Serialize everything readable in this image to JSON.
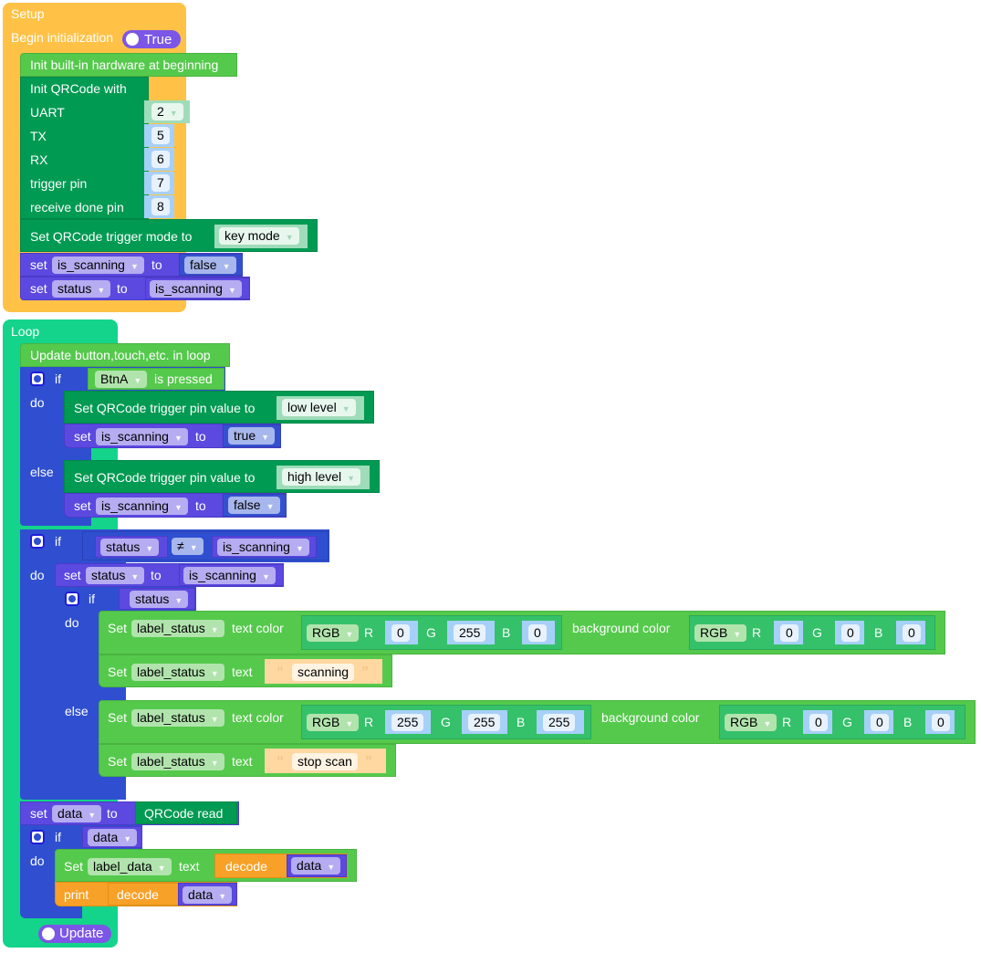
{
  "setup": {
    "title": "Setup",
    "begin_label": "Begin initialization",
    "begin_toggle": "True",
    "init_hw": "Init built-in hardware at beginning",
    "qrcode_init": {
      "title": "Init QRCode with",
      "rows": [
        {
          "label": "UART",
          "value": "2"
        },
        {
          "label": "TX",
          "value": "5"
        },
        {
          "label": "RX",
          "value": "6"
        },
        {
          "label": "trigger pin",
          "value": "7"
        },
        {
          "label": "receive done pin",
          "value": "8"
        }
      ]
    },
    "trigger_mode_label": "Set QRCode trigger mode to",
    "trigger_mode_value": "key mode",
    "set1": {
      "set": "set",
      "var": "is_scanning",
      "to": "to",
      "value": "false"
    },
    "set2": {
      "set": "set",
      "var": "status",
      "to": "to",
      "value": "is_scanning"
    }
  },
  "loop": {
    "title": "Loop",
    "update_hw": "Update button,touch,etc. in loop",
    "if1": {
      "if": "if",
      "do": "do",
      "else": "else",
      "button": "BtnA",
      "is_pressed": "is pressed",
      "do_trigger_label": "Set QRCode trigger pin value to",
      "do_trigger_value": "low level",
      "do_set": {
        "set": "set",
        "var": "is_scanning",
        "to": "to",
        "value": "true"
      },
      "else_trigger_label": "Set QRCode trigger pin value to",
      "else_trigger_value": "high level",
      "else_set": {
        "set": "set",
        "var": "is_scanning",
        "to": "to",
        "value": "false"
      }
    },
    "if2": {
      "if": "if",
      "do": "do",
      "left": "status",
      "op": "≠",
      "right": "is_scanning",
      "set": {
        "set": "set",
        "var": "status",
        "to": "to",
        "value": "is_scanning"
      },
      "inner_if": {
        "if": "if",
        "do": "do",
        "else": "else",
        "cond": "status",
        "do_color": {
          "set": "Set",
          "label": "label_status",
          "text_color": "text color",
          "rgb": "RGB",
          "r_lbl": "R",
          "g_lbl": "G",
          "b_lbl": "B",
          "r": "0",
          "g": "255",
          "b": "0",
          "bg_label": "background color",
          "bg_r": "0",
          "bg_g": "0",
          "bg_b": "0"
        },
        "do_text": {
          "set": "Set",
          "label": "label_status",
          "text": "text",
          "value": "scanning"
        },
        "else_color": {
          "set": "Set",
          "label": "label_status",
          "text_color": "text color",
          "rgb": "RGB",
          "r_lbl": "R",
          "g_lbl": "G",
          "b_lbl": "B",
          "r": "255",
          "g": "255",
          "b": "255",
          "bg_label": "background color",
          "bg_r": "0",
          "bg_g": "0",
          "bg_b": "0"
        },
        "else_text": {
          "set": "Set",
          "label": "label_status",
          "text": "text",
          "value": "stop scan"
        }
      }
    },
    "set_data": {
      "set": "set",
      "var": "data",
      "to": "to",
      "value": "QRCode read"
    },
    "if3": {
      "if": "if",
      "do": "do",
      "cond": "data",
      "set_label": {
        "set": "Set",
        "label": "label_data",
        "text": "text",
        "decode": "decode",
        "var": "data"
      },
      "print": {
        "print": "print",
        "decode": "decode",
        "var": "data"
      }
    },
    "update_toggle": "Update"
  },
  "colors": {
    "setup": "#ffc247",
    "loop": "#13d48a",
    "control": "#2f4fd0",
    "variable": "#5b49e0",
    "hardware": "#55c94c",
    "qrcode": "#009a52",
    "text": "#fed8a0",
    "number": "#a6d0f8",
    "decode": "#f7a128"
  }
}
